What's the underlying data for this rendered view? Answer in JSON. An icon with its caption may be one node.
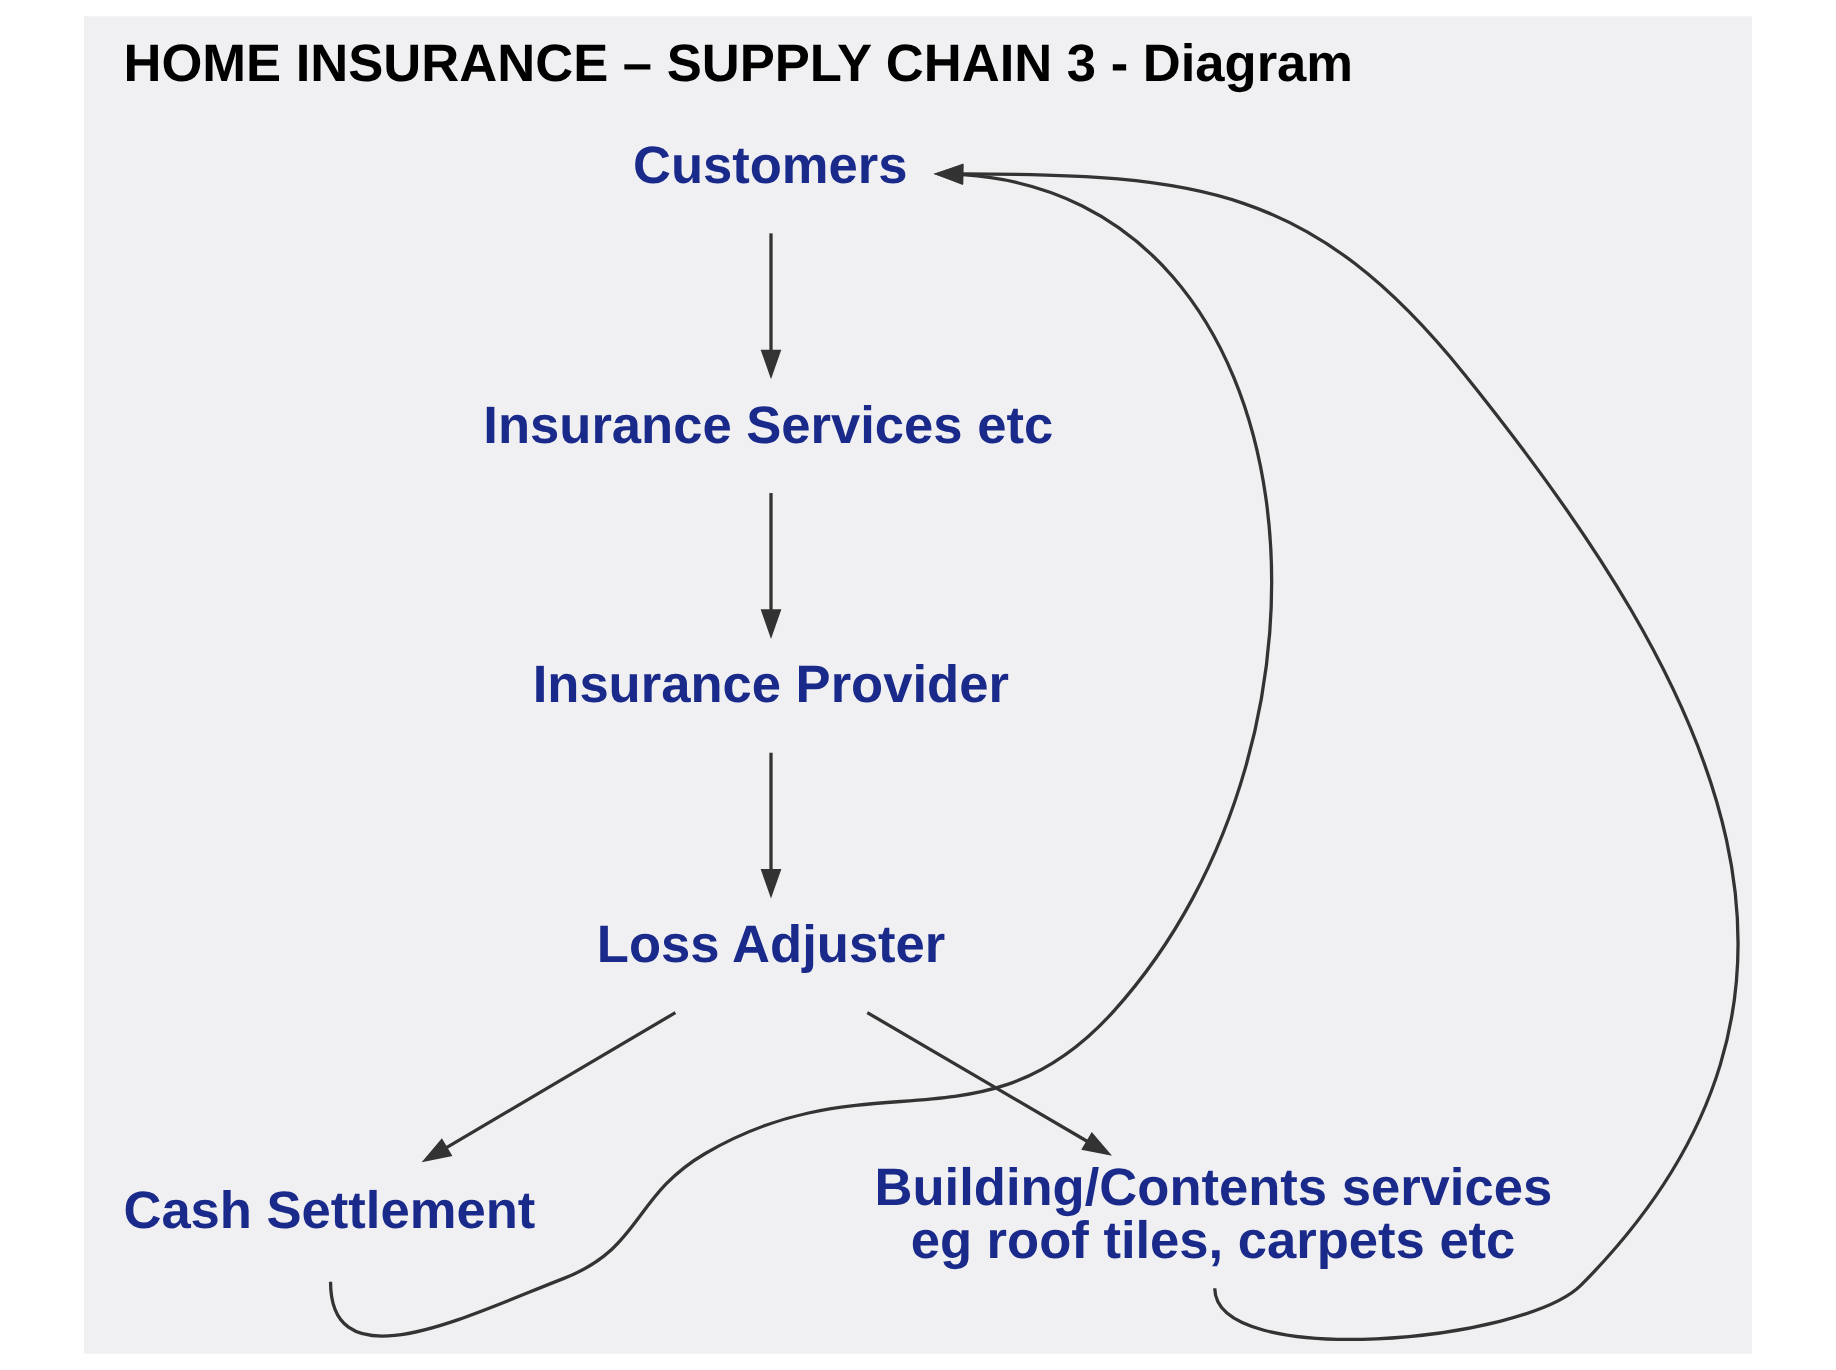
{
  "diagram": {
    "title": "HOME INSURANCE – SUPPLY CHAIN 3 - Diagram",
    "nodes": [
      {
        "text": [
          "Customers"
        ]
      },
      {
        "text": [
          "Insurance Services etc"
        ]
      },
      {
        "text": [
          "Insurance Provider"
        ]
      },
      {
        "text": [
          "Loss Adjuster"
        ]
      },
      {
        "text": [
          "Cash Settlement"
        ]
      },
      {
        "text": [
          "Building/Contents services eg roof tiles, carpets etc"
        ]
      }
    ],
    "edges": [
      {
        "from": 0,
        "to": 1,
        "arrow": "to"
      },
      {
        "from": 1,
        "to": 2,
        "arrow": "to"
      },
      {
        "from": 2,
        "to": 3,
        "arrow": "to"
      },
      {
        "from": 3,
        "to": 4,
        "arrow": "to"
      },
      {
        "from": 3,
        "to": 5,
        "arrow": "to"
      },
      {
        "from": 4,
        "to": 0,
        "arrow": "to"
      },
      {
        "from": 5,
        "to": 0,
        "arrow": "to"
      }
    ]
  }
}
